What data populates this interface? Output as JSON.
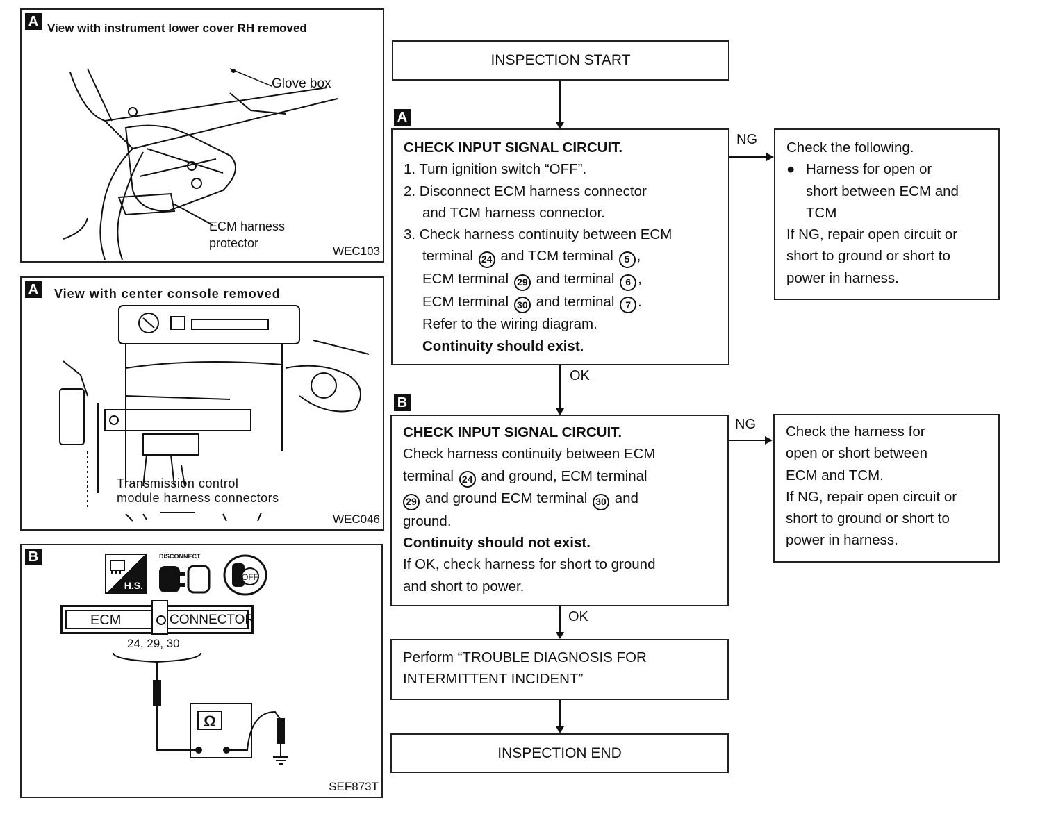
{
  "figures": {
    "fig1": {
      "tag": "A",
      "title": "View with instrument lower cover RH removed",
      "code": "WEC103",
      "labels": {
        "glove_box": "Glove box",
        "ecm_harness_protector_1": "ECM harness",
        "ecm_harness_protector_2": "protector"
      }
    },
    "fig2": {
      "tag": "A",
      "title": "View with center console removed",
      "code": "WEC046",
      "labels": {
        "tcm_line1": "Transmission control",
        "tcm_line2": "module harness connectors"
      }
    },
    "fig3": {
      "tag": "B",
      "code": "SEF873T",
      "icons": {
        "hs": "H.S.",
        "disconnect": "DISCONNECT",
        "off": "OFF"
      },
      "connector_left": "ECM",
      "connector_right": "CONNECTOR",
      "terminals": "24, 29, 30",
      "meter_symbol": "Ω"
    }
  },
  "flow": {
    "start": "INSPECTION START",
    "step_a": {
      "tag": "A",
      "heading": "CHECK INPUT SIGNAL CIRCUIT.",
      "l1": "1. Turn ignition switch “OFF”.",
      "l2": "2. Disconnect ECM harness connector",
      "l3": "and TCM harness connector.",
      "l4": "3. Check harness continuity between ECM",
      "l5a": "terminal",
      "t24": "24",
      "l5b": "and TCM terminal",
      "t5": "5",
      "l5c": ",",
      "l6a": "ECM terminal",
      "t29": "29",
      "l6b": "and terminal",
      "t6": "6",
      "l6c": ",",
      "l7a": "ECM terminal",
      "t30": "30",
      "l7b": "and terminal",
      "t7": "7",
      "l7c": ".",
      "l8": "Refer to the wiring diagram.",
      "l9": "Continuity should exist."
    },
    "ng_a": {
      "label": "NG",
      "l1": "Check the following.",
      "bullet": "●",
      "l2": "Harness for open or",
      "l3": "short between ECM and",
      "l4": "TCM",
      "l5": "If NG, repair open circuit or",
      "l6": "short to ground or short to",
      "l7": "power in harness."
    },
    "ok_a": "OK",
    "step_b": {
      "tag": "B",
      "heading": "CHECK INPUT SIGNAL CIRCUIT.",
      "l1": "Check harness continuity between ECM",
      "l2a": "terminal",
      "t24": "24",
      "l2b": "and ground, ECM terminal",
      "t29": "29",
      "l3a": "and ground  ECM terminal",
      "t30": "30",
      "l3b": "and",
      "l4": "ground.",
      "l5": "Continuity should not exist.",
      "l6": "If OK, check harness for short to ground",
      "l7": "and short to power."
    },
    "ng_b": {
      "label": "NG",
      "l1": "Check the harness for",
      "l2": "open or short between",
      "l3": "ECM and TCM.",
      "l4": "If NG, repair open circuit or",
      "l5": "short to ground or short to",
      "l6": "power in harness."
    },
    "ok_b": "OK",
    "perform": {
      "l1": "Perform “TROUBLE DIAGNOSIS FOR",
      "l2": "INTERMITTENT INCIDENT”"
    },
    "end": "INSPECTION END"
  }
}
